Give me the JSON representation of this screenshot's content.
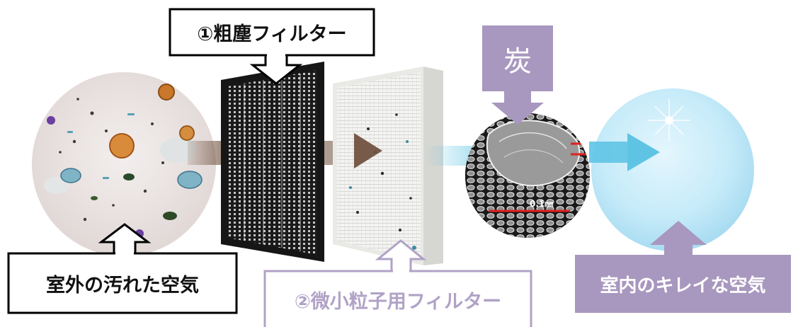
{
  "labels": {
    "coarse_filter": "①粗塵フィルター",
    "fine_filter": "②微小粒子用フィルター",
    "charcoal": "炭",
    "dirty_air": "室外の汚れた空気",
    "clean_air": "室内のキレイな空気",
    "scale": "0.1㎜"
  },
  "colors": {
    "brown_arrow": "#6b4a37",
    "blue_arrow": "#5fc4e4",
    "purple_box": "#a897be",
    "purple_text": "#b0a2c6",
    "clean_circle": "#bfe8f7"
  },
  "icons": {
    "pointer": "block-arrow",
    "flow": "block-arrow"
  }
}
